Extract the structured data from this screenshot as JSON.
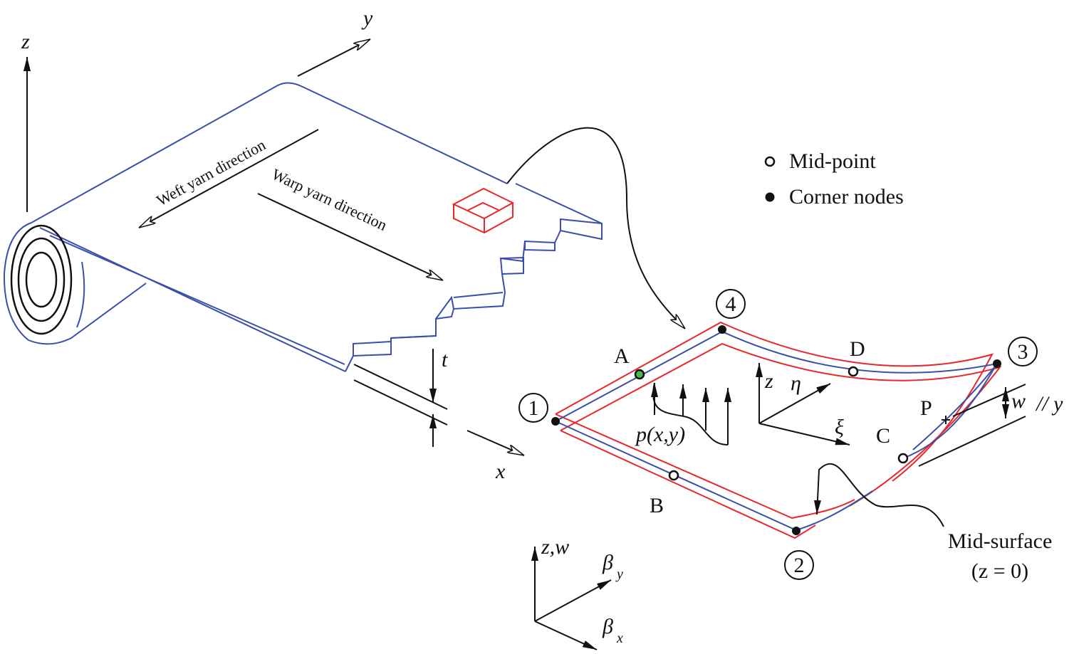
{
  "axes_global": {
    "z": "z",
    "y": "y",
    "x": "x",
    "t": "t"
  },
  "fabric": {
    "weft_label": "Weft yarn direction",
    "warp_label": "Warp yarn direction",
    "blue": "#3a4fa8",
    "red": "#e8262b"
  },
  "legend": {
    "mid_point": "Mid-point",
    "corner_nodes": "Corner nodes"
  },
  "element": {
    "nodes": [
      "1",
      "2",
      "3",
      "4"
    ],
    "mid_points": [
      "A",
      "B",
      "C",
      "D"
    ],
    "point_p": "P",
    "w": "w",
    "parallel_y": "// y",
    "local_z": "z",
    "eta": "η",
    "xi": "ξ",
    "load": "p(x,y)",
    "highlight": "#4cb648"
  },
  "mid_surface": {
    "label": "Mid-surface",
    "eq": "(z = 0)"
  },
  "rotation_axes": {
    "zw": "z,w",
    "beta": "β",
    "beta_y_sub": "y",
    "beta_x_sub": "x"
  }
}
